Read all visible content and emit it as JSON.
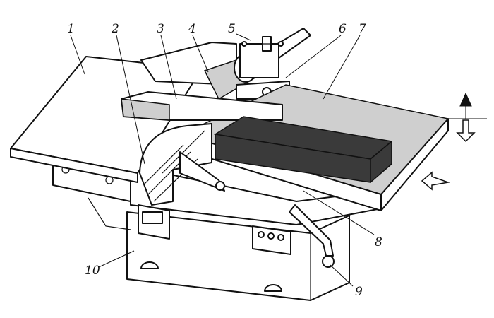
{
  "callouts": [
    {
      "id": "1",
      "text": "1"
    },
    {
      "id": "2",
      "text": "2"
    },
    {
      "id": "3",
      "text": "3"
    },
    {
      "id": "4",
      "text": "4"
    },
    {
      "id": "5",
      "text": "5"
    },
    {
      "id": "6",
      "text": "6"
    },
    {
      "id": "7",
      "text": "7"
    },
    {
      "id": "8",
      "text": "8"
    },
    {
      "id": "9",
      "text": "9"
    },
    {
      "id": "10",
      "text": "10"
    }
  ],
  "colors": {
    "ink": "#111111",
    "paper": "#ffffff",
    "shade": "#cfcfcf"
  },
  "icons": [
    "arrow-up-filled-icon",
    "arrow-down-outline-icon",
    "feed-arrow-icon"
  ]
}
